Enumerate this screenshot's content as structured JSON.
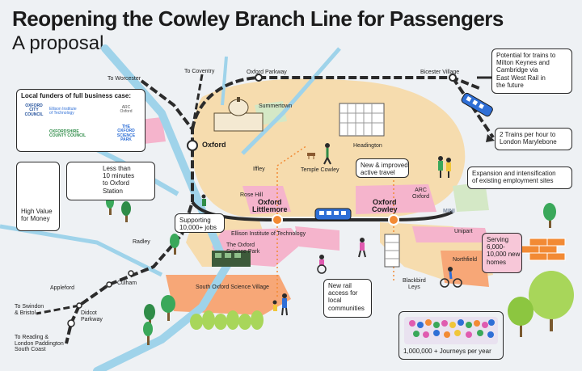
{
  "header": {
    "title": "Reopening the Cowley Branch Line for Passengers",
    "subtitle": "A proposal"
  },
  "places": {
    "to_worcester": "To Worcester",
    "to_coventry": "To Coventry",
    "oxford_parkway": "Oxford Parkway",
    "bicester_village": "Bicester Village",
    "summertown": "Summertown",
    "oxford": "Oxford",
    "headington": "Headington",
    "iffley": "Iffley",
    "temple_cowley": "Temple Cowley",
    "rose_hill": "Rose Hill",
    "arc_oxford": "ARC\nOxford",
    "radley": "Radley",
    "culham": "Culham",
    "appleford": "Appleford",
    "to_swindon": "To Swindon\n& Bristol",
    "didcot_parkway": "Didcot\nParkway",
    "to_reading": "To Reading &\nLondon Paddington\nSouth Coast",
    "ellison_institute": "Ellison Institute of Technology",
    "oxford_science_park": "The Oxford\nScience Park",
    "south_oxford_science_village": "South Oxford Science Village",
    "unipart": "Unipart",
    "northfield": "Northfield",
    "blackbird_leys": "Blackbird\nLeys",
    "mini": "MINI"
  },
  "stations": {
    "littlemore": "Oxford\nLittlemore",
    "cowley": "Oxford\nCowley"
  },
  "funders": {
    "title": "Local funders of full business case:",
    "items": [
      "OXFORD\nCITY\nCOUNCIL",
      "Ellison Institute\nof Technology",
      "ARC\nOxford",
      "OXFORDSHIRE\nCOUNTY COUNCIL",
      "THE\nOXFORD\nSCIENCE\nPARK"
    ]
  },
  "callouts": {
    "value_for_money": "High Value\nfor Money",
    "minutes": "Less than\n10 minutes\nto Oxford\nStation",
    "jobs": "Supporting\n10,000+ jobs",
    "active_travel": "New & improved\nactive travel",
    "milton_keynes": "Potential for trains to\nMilton Keynes and\nCambridge via\nEast West Rail in\nthe future",
    "trains_per_hour": "2 Trains per hour to\nLondon Marylebone",
    "employment": "Expansion and intensification\nof existing employment sites",
    "homes": "Serving\n6,000-\n10,000 new\nhomes",
    "rail_access": "New rail\naccess for\nlocal\ncommunities",
    "journeys": "1,000,000 + Journeys per year"
  },
  "colors": {
    "river": "#9fd3ea",
    "land": "#f6dcae",
    "pink_zone": "#f5b4cc",
    "orange_zone": "#f7a777",
    "green_space": "#d4e8c6",
    "rail": "#2b2b2b",
    "station_orange": "#f28a34",
    "train_blue": "#2f6fd6"
  }
}
